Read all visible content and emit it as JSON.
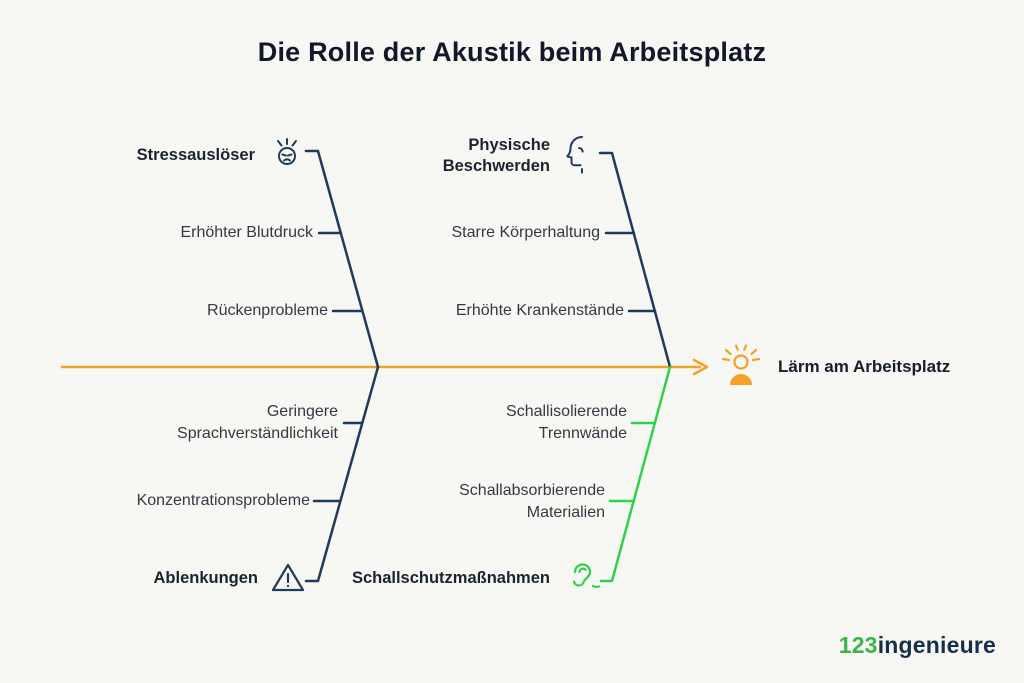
{
  "title": "Die Rolle der Akustik beim Arbeitsplatz",
  "effect": {
    "label": "Lärm am Arbeitsplatz"
  },
  "branches": {
    "stress": {
      "label": "Stressauslöser",
      "items": [
        "Erhöhter Blutdruck",
        "Rückenprobleme"
      ]
    },
    "physisch": {
      "label": "Physische Beschwerden",
      "items": [
        "Starre Körperhaltung",
        "Erhöhte Krankenstände"
      ]
    },
    "ablenkung": {
      "label": "Ablenkungen",
      "items": [
        "Geringere Sprachverständlichkeit",
        "Konzentrationsprobleme"
      ]
    },
    "schallschutz": {
      "label": "Schallschutzmaßnahmen",
      "items": [
        "Schallisolierende Trennwände",
        "Schallabsorbierende Materialien"
      ]
    }
  },
  "icons": {
    "stress": "stressed-face-icon",
    "physisch": "head-profile-icon",
    "ablenkung": "warning-triangle-icon",
    "schallschutz": "ear-icon",
    "effect": "noise-person-icon"
  },
  "colors": {
    "navy": "#1e3c5a",
    "green": "#2fd24a",
    "orange": "#f5a028",
    "background": "#f7f7f3",
    "text": "#333a42",
    "heading": "#10182a",
    "logo_green": "#3bb54a",
    "logo_navy": "#17304a"
  },
  "logo": {
    "prefix": "123",
    "suffix": "ingenieure"
  }
}
